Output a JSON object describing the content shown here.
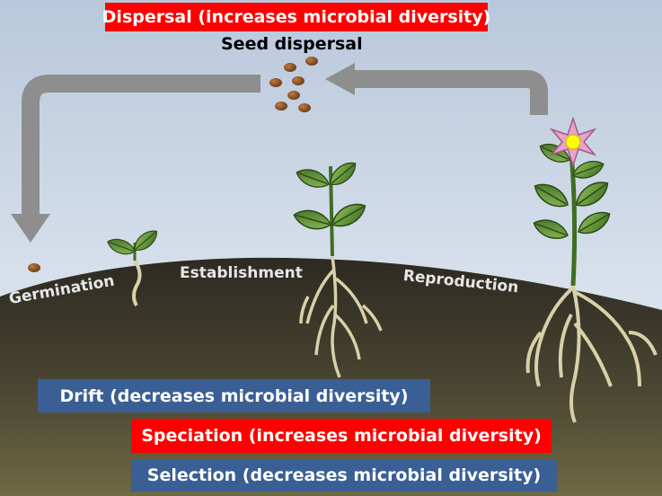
{
  "colors": {
    "sky_top": "#b9c8dc",
    "sky_bottom": "#eef2f7",
    "soil_top": "#2c2a22",
    "soil_bottom": "#6e6a44",
    "arrow": "#8e8e8e",
    "seed": "#8a5226",
    "leaf": "#6e9e3c",
    "root": "#d8d0a8",
    "flower": "#e9a3c9",
    "flower_center": "#ffff00",
    "red_banner": "#ff0000",
    "blue_banner": "#3a5f95"
  },
  "banners": {
    "dispersal": "Dispersal (increases microbial diversity)",
    "drift": "Drift (decreases microbial diversity)",
    "speciation": "Speciation (increases microbial diversity)",
    "selection": "Selection (decreases microbial diversity)"
  },
  "stages": {
    "seed_dispersal": "Seed dispersal",
    "germination": "Germination",
    "establishment": "Establishment",
    "reproduction": "Reproduction"
  }
}
